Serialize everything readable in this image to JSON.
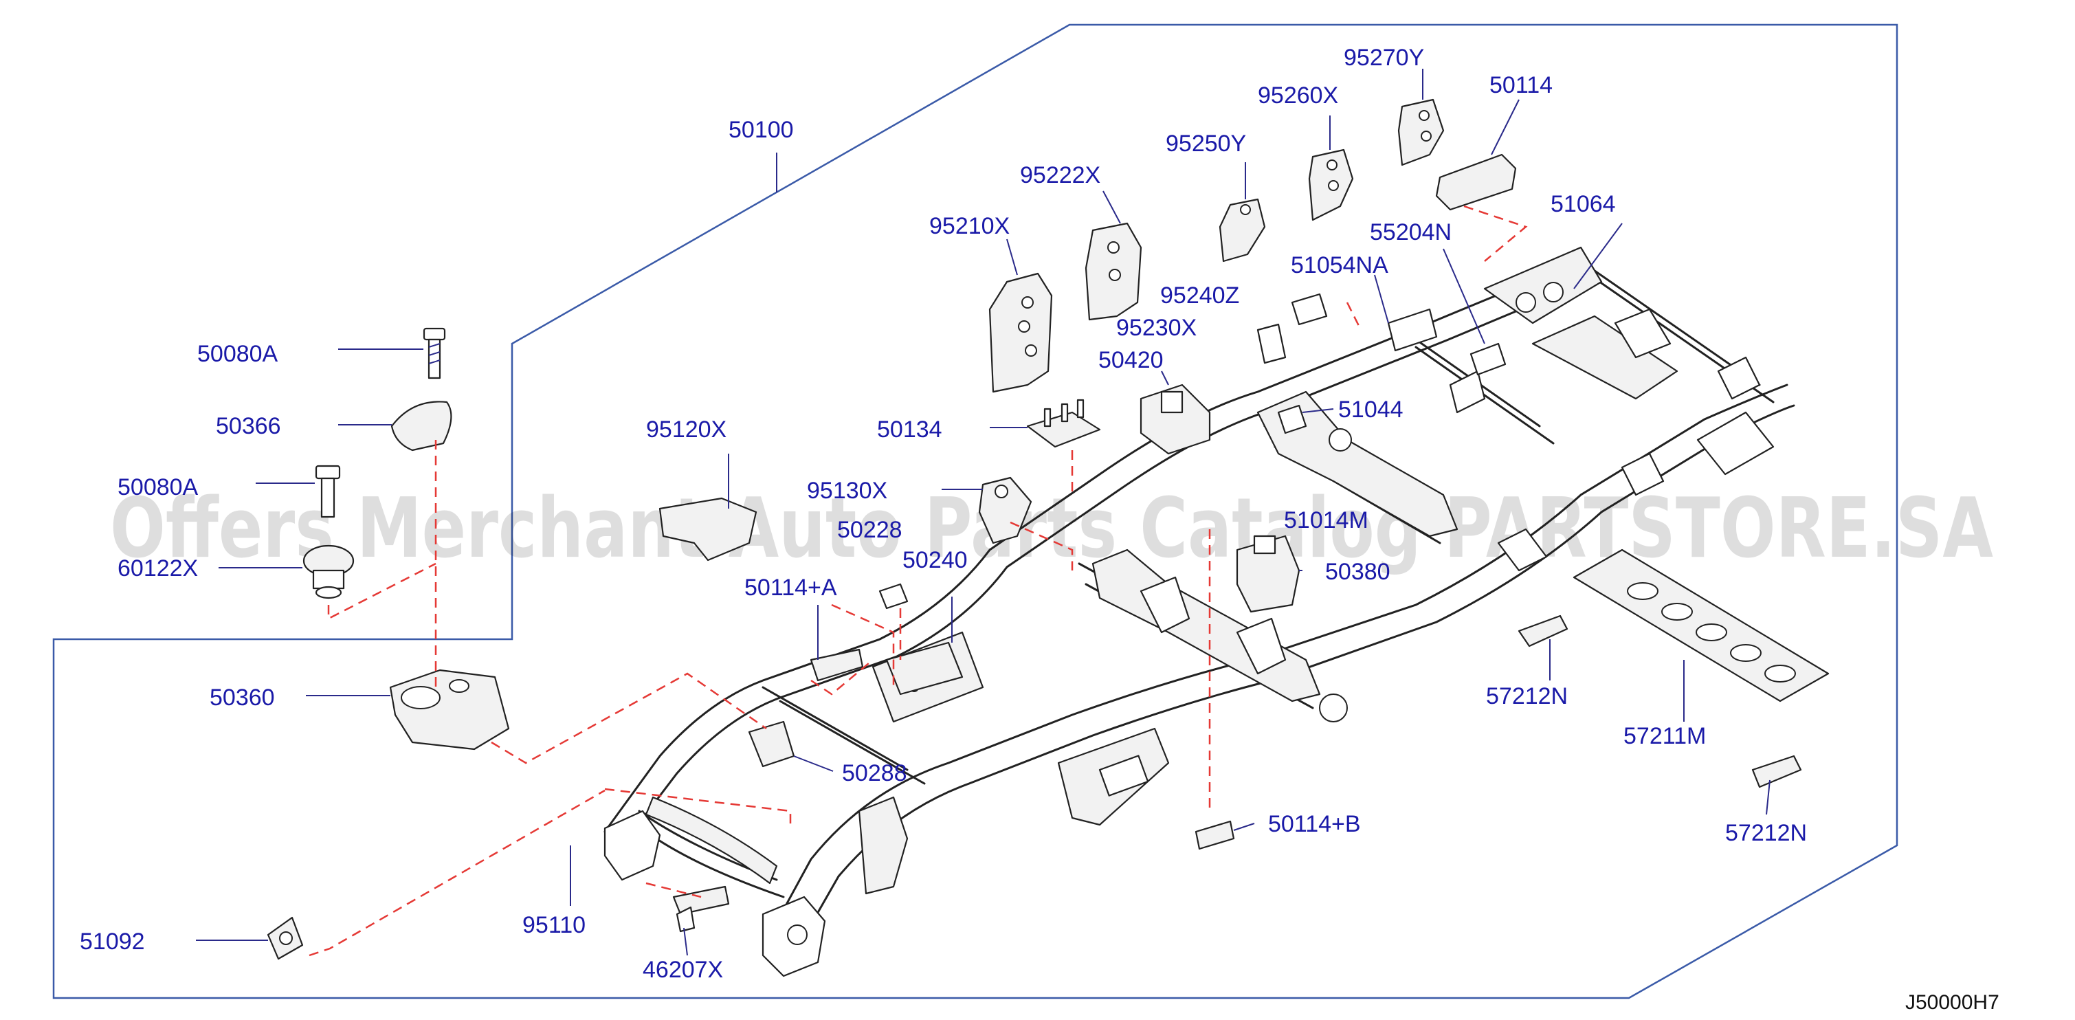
{
  "diagram_ref": "J50000H7",
  "watermark": "Offers Merchant Auto Parts Catalog PARTSTORE.SA",
  "colors": {
    "label": "#1a1aa8",
    "leader": "#2a2a8a",
    "dashed": "#e53935",
    "frame": "#3a5aa8"
  },
  "callouts": [
    {
      "id": "c50100",
      "text": "50100"
    },
    {
      "id": "c95270Y",
      "text": "95270Y"
    },
    {
      "id": "c50114",
      "text": "50114"
    },
    {
      "id": "c95260X",
      "text": "95260X"
    },
    {
      "id": "c95250Y",
      "text": "95250Y"
    },
    {
      "id": "c95222X",
      "text": "95222X"
    },
    {
      "id": "c51064",
      "text": "51064"
    },
    {
      "id": "c55204N",
      "text": "55204N"
    },
    {
      "id": "c95210X",
      "text": "95210X"
    },
    {
      "id": "c51054NA",
      "text": "51054NA"
    },
    {
      "id": "c95240Z",
      "text": "95240Z"
    },
    {
      "id": "c95230X",
      "text": "95230X"
    },
    {
      "id": "c50080A1",
      "text": "50080A"
    },
    {
      "id": "c50420",
      "text": "50420"
    },
    {
      "id": "c51044",
      "text": "51044"
    },
    {
      "id": "c50366",
      "text": "50366"
    },
    {
      "id": "c95120X",
      "text": "95120X"
    },
    {
      "id": "c50134",
      "text": "50134"
    },
    {
      "id": "c50080A2",
      "text": "50080A"
    },
    {
      "id": "c95130X",
      "text": "95130X"
    },
    {
      "id": "c51014M",
      "text": "51014M"
    },
    {
      "id": "c50228",
      "text": "50228"
    },
    {
      "id": "c60122X",
      "text": "60122X"
    },
    {
      "id": "c50240",
      "text": "50240"
    },
    {
      "id": "c50380",
      "text": "50380"
    },
    {
      "id": "c50114A",
      "text": "50114+A"
    },
    {
      "id": "c50360",
      "text": "50360"
    },
    {
      "id": "c57212N1",
      "text": "57212N"
    },
    {
      "id": "c57211M",
      "text": "57211M"
    },
    {
      "id": "c50288",
      "text": "50288"
    },
    {
      "id": "c50114B",
      "text": "50114+B"
    },
    {
      "id": "c57212N2",
      "text": "57212N"
    },
    {
      "id": "c95110",
      "text": "95110"
    },
    {
      "id": "c51092",
      "text": "51092"
    },
    {
      "id": "c46207X",
      "text": "46207X"
    }
  ]
}
